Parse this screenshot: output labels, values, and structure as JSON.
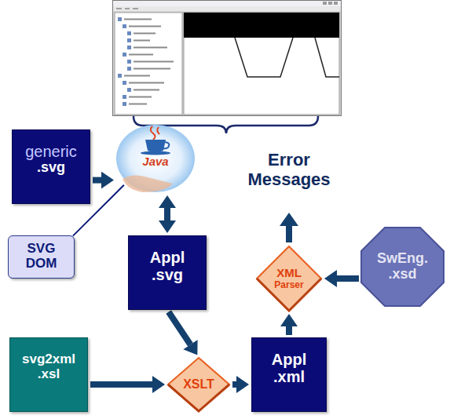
{
  "diagram": {
    "nodes": [
      {
        "text": [
          "generic",
          ".svg"
        ]
      },
      {
        "text": [
          "Java"
        ]
      },
      {
        "text": [
          "SVG DOM"
        ]
      },
      {
        "text": [
          "Appl .svg"
        ]
      },
      {
        "text": [
          "SwEng. .xsd"
        ]
      },
      {
        "text": [
          "XML",
          "Parser"
        ]
      },
      {
        "text": [
          "svg2xml .xsl"
        ]
      },
      {
        "text": [
          "XSLT"
        ]
      },
      {
        "text": [
          "Appl .xml"
        ]
      }
    ],
    "edges": [
      {
        "from": 0,
        "to": 1,
        "arrow": "to"
      },
      {
        "from": 1,
        "to": 3,
        "arrow": "both"
      },
      {
        "from": 2,
        "to": 1,
        "arrow": "none"
      },
      {
        "from": 3,
        "to": 7,
        "arrow": "to"
      },
      {
        "from": 6,
        "to": 7,
        "arrow": "to"
      },
      {
        "from": 7,
        "to": 8,
        "arrow": "to"
      },
      {
        "from": 8,
        "to": 5,
        "arrow": "to"
      },
      {
        "from": 4,
        "to": 5,
        "arrow": "to"
      }
    ],
    "labels": [
      "Error Messages"
    ]
  }
}
